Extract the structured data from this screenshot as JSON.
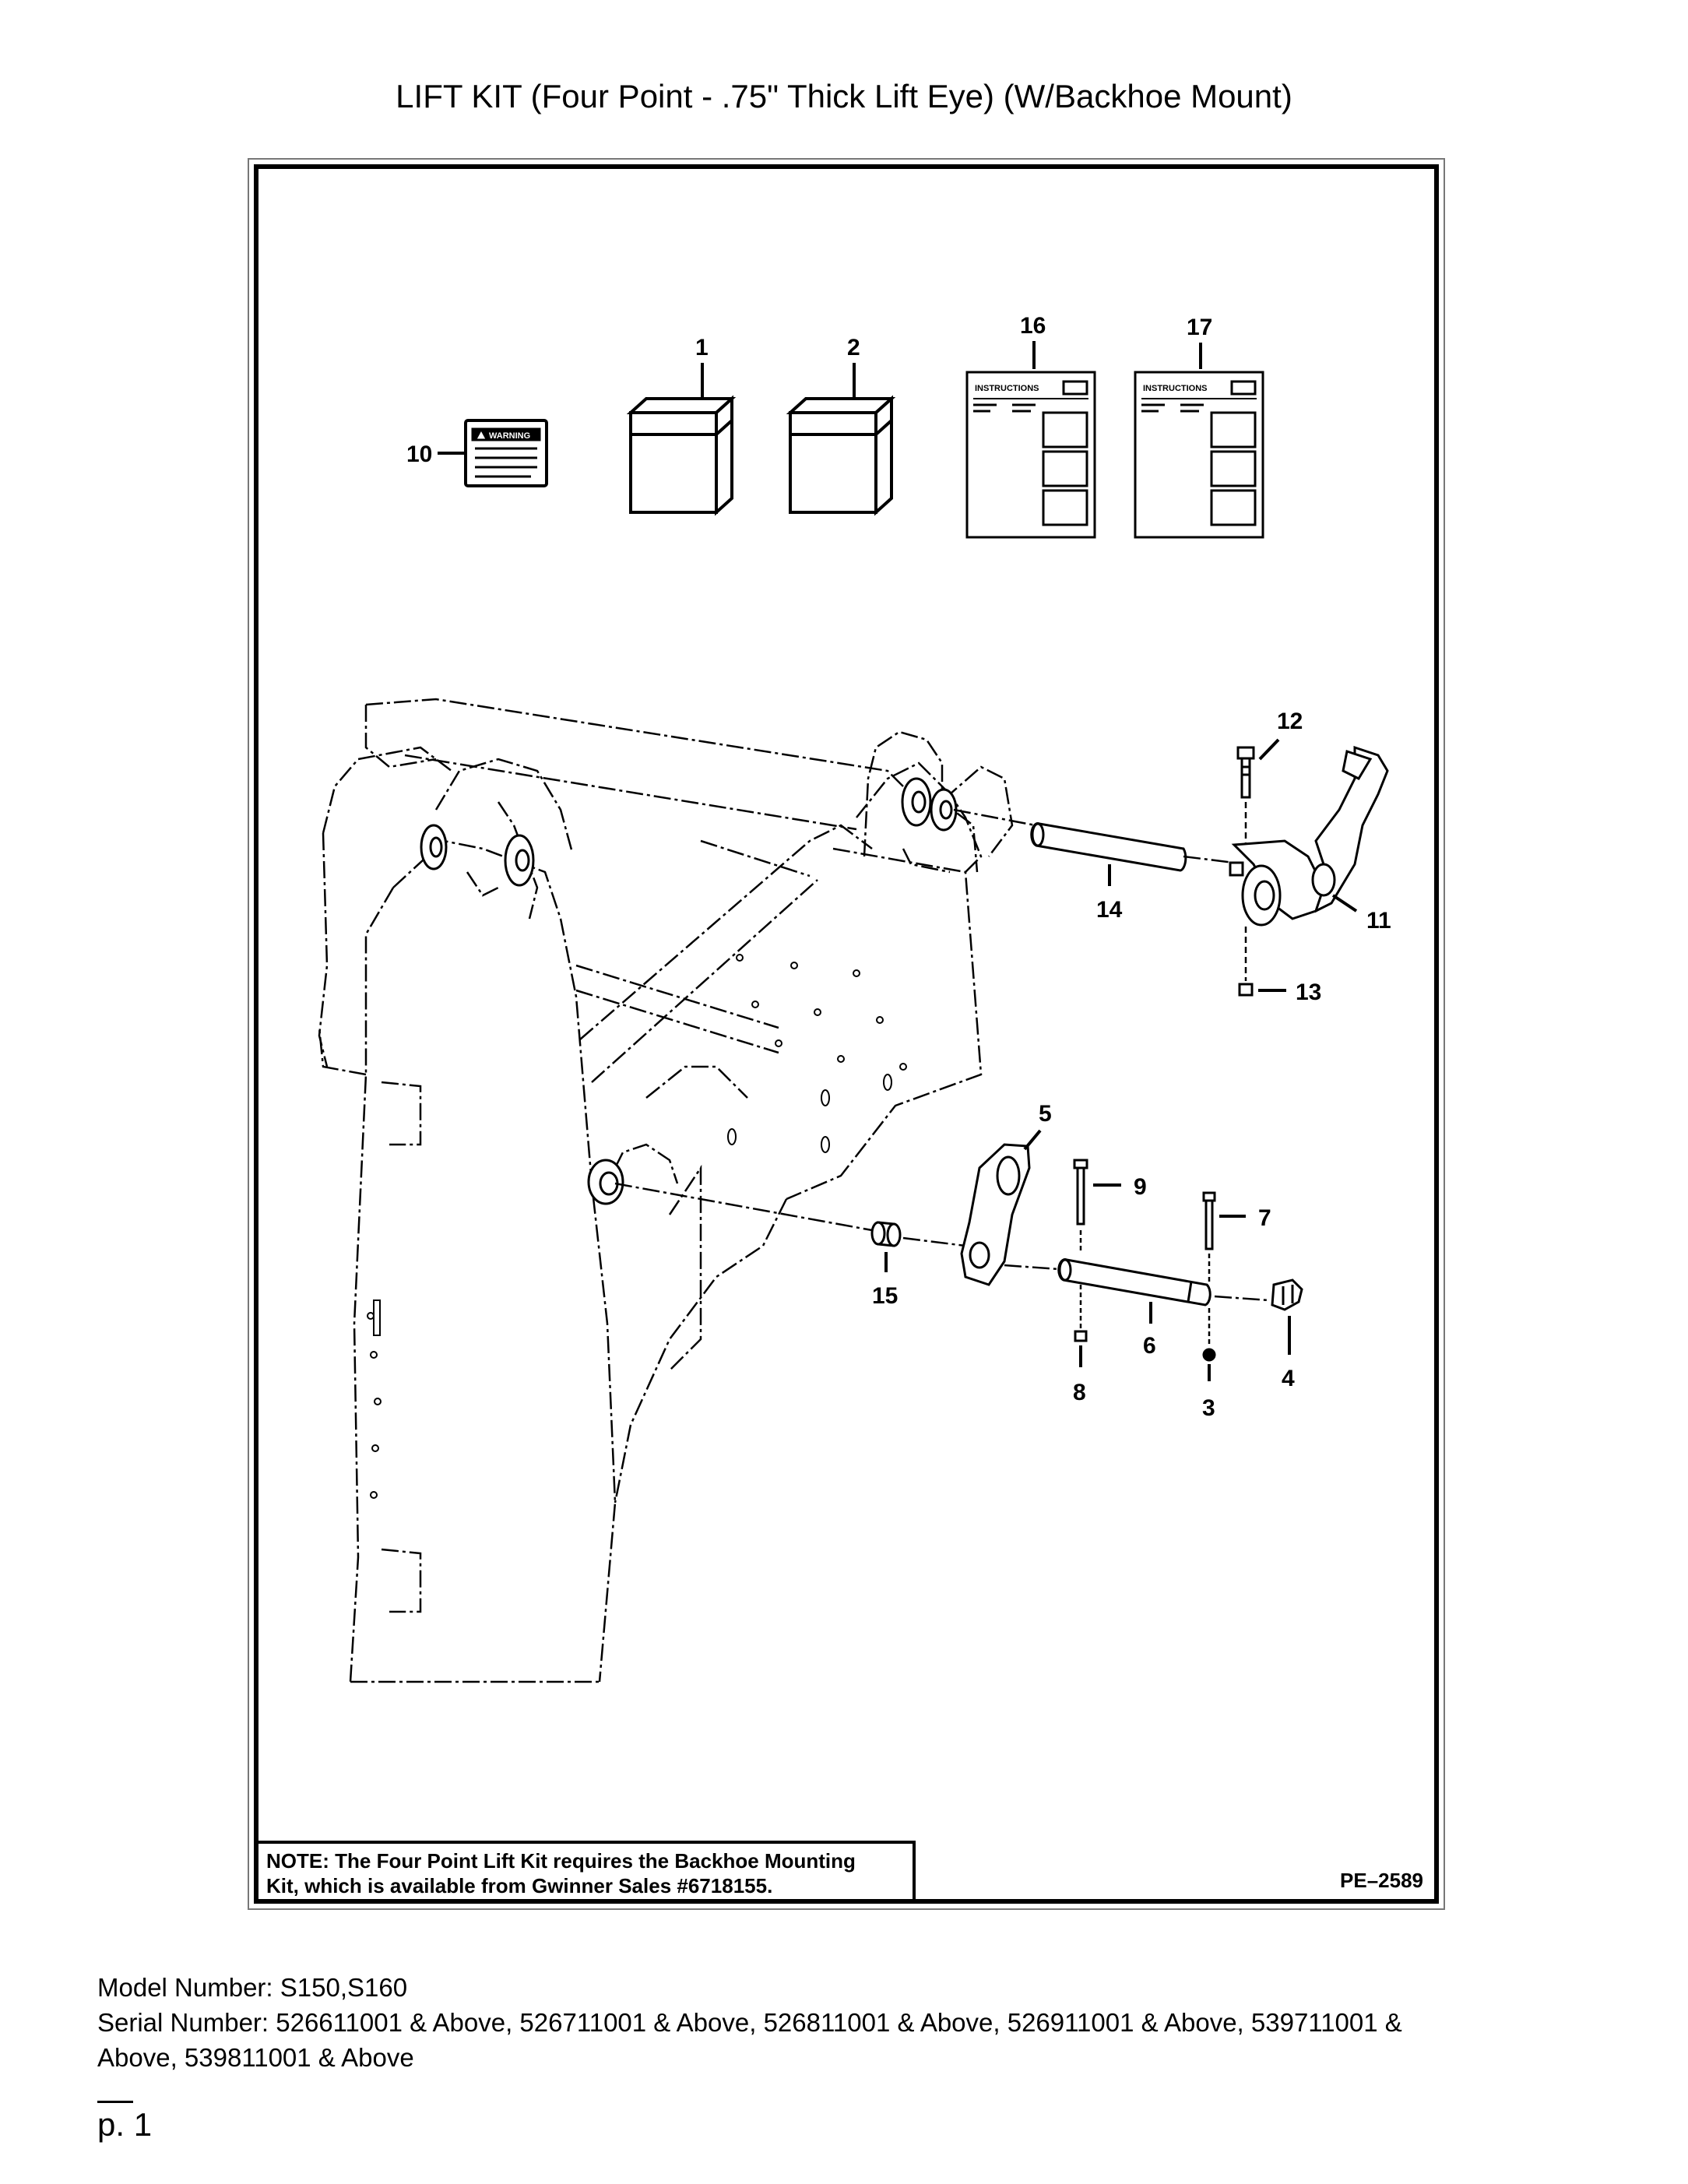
{
  "title": "LIFT KIT (Four Point - .75\" Thick Lift Eye) (W/Backhoe Mount)",
  "diagram": {
    "callouts": {
      "c1": "1",
      "c2": "2",
      "c3": "3",
      "c4": "4",
      "c5": "5",
      "c6": "6",
      "c7": "7",
      "c8": "8",
      "c9": "9",
      "c10": "10",
      "c11": "11",
      "c12": "12",
      "c13": "13",
      "c14": "14",
      "c15": "15",
      "c16": "16",
      "c17": "17"
    },
    "decal_text": "WARNING",
    "instruction_sheet_text": "INSTRUCTIONS",
    "note_label": "NOTE:",
    "note_line1": "The Four Point Lift Kit requires the Backhoe Mounting",
    "note_line2": "Kit, which is available from Gwinner Sales #6718155.",
    "ref_code": "PE–2589"
  },
  "footer": {
    "model": "Model Number: S150,S160",
    "serial_line1": "Serial Number: 526611001 & Above, 526711001 & Above, 526811001 & Above, 526911001 & Above, 539711001 &",
    "serial_line2": "Above, 539811001 & Above"
  },
  "page": "p. 1"
}
